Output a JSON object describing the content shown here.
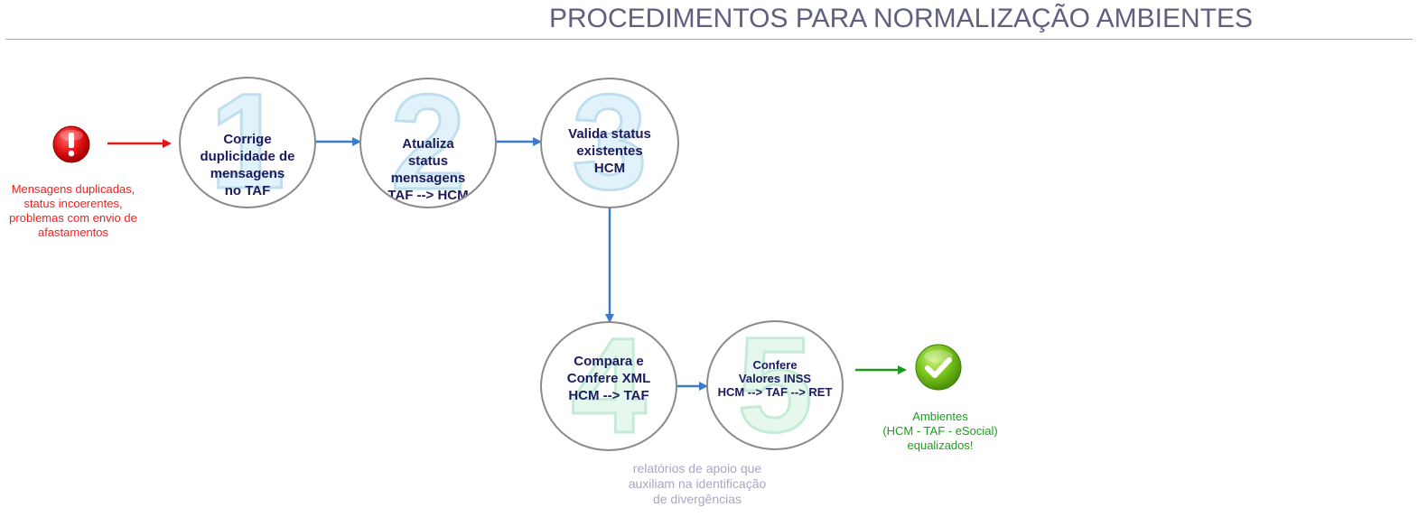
{
  "header": {
    "title": "PROCEDIMENTOS PARA NORMALIZAÇÃO AMBIENTES"
  },
  "start": {
    "icon": "error-exclamation-icon",
    "note": "Mensagens duplicadas,\nstatus incoerentes,\nproblemas com envio de\nafastamentos"
  },
  "steps": [
    {
      "number": "1",
      "label": "Corrige\nduplicidade de\nmensagens\nno TAF"
    },
    {
      "number": "2",
      "label": "Atualiza\nstatus\nmensagens\nTAF --> HCM"
    },
    {
      "number": "3",
      "label": "Valida status\nexistentes\nHCM"
    },
    {
      "number": "4",
      "label": "Compara e\nConfere XML\nHCM --> TAF"
    },
    {
      "number": "5",
      "label": "Confere\nValores INSS\nHCM --> TAF --> RET"
    }
  ],
  "support_note": "relatórios de apoio que\nauxiliam na identificação\nde divergências",
  "end": {
    "icon": "success-check-icon",
    "note": "Ambientes\n(HCM - TAF - eSocial)\nequalizados!"
  },
  "colors": {
    "title": "#5f5f7f",
    "flow_arrow": "#3a7cc8",
    "start_arrow": "#e31414",
    "end_arrow": "#1a9a1a",
    "step_text": "#1b1b5e",
    "start_note": "#ff1a1a",
    "end_note": "#1aa01a",
    "support_note": "#a7a7c4"
  }
}
